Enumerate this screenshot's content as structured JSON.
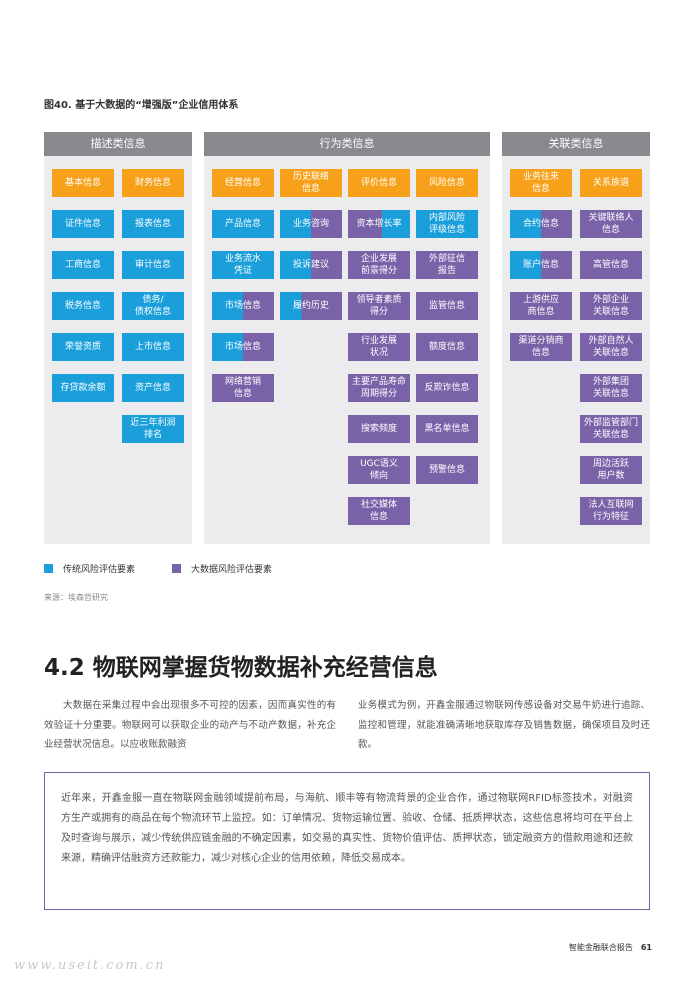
{
  "figure": {
    "title": "图40. 基于大数据的“增强版”企业信用体系",
    "panels": {
      "describe": "描述类信息",
      "behavior": "行为类信息",
      "related": "关联类信息"
    },
    "legend": {
      "traditional": "传统风险评估要素",
      "bigdata": "大数据风险评估要素"
    },
    "colors": {
      "orange": "#f7a11a",
      "blue": "#1a9fdb",
      "purple": "#7a62a8",
      "header": "#8a8a8e"
    },
    "source": "来源：埃森哲研究",
    "describe_col1": [
      {
        "text": "基本信息",
        "color": "orange"
      },
      {
        "text": "证件信息",
        "color": "blue"
      },
      {
        "text": "工商信息",
        "color": "blue"
      },
      {
        "text": "税务信息",
        "color": "blue"
      },
      {
        "text": "荣誉资质",
        "color": "blue"
      },
      {
        "text": "存贷款余额",
        "color": "blue"
      }
    ],
    "describe_col2": [
      {
        "text": "财务信息",
        "color": "orange"
      },
      {
        "text": "报表信息",
        "color": "blue"
      },
      {
        "text": "审计信息",
        "color": "blue"
      },
      {
        "text": "债务/",
        "text2": "债权信息",
        "color": "blue"
      },
      {
        "text": "上市信息",
        "color": "blue"
      },
      {
        "text": "资产信息",
        "color": "blue"
      },
      {
        "text": "近三年利润",
        "text2": "排名",
        "color": "blue"
      }
    ],
    "behavior_col1": [
      {
        "text": "经营信息",
        "color": "orange"
      },
      {
        "text": "产品信息",
        "color": "blue"
      },
      {
        "text": "业务流水",
        "text2": "凭证",
        "color": "blue"
      },
      {
        "text": "市场信息",
        "color": "split-bp"
      },
      {
        "text": "市场信息",
        "color": "split-bp"
      },
      {
        "text": "网络营销",
        "text2": "信息",
        "color": "purple"
      }
    ],
    "behavior_col2": [
      {
        "text": "历史联络",
        "text2": "信息",
        "color": "orange"
      },
      {
        "text": "业务咨询",
        "color": "split-bp"
      },
      {
        "text": "投诉建议",
        "color": "split-bp"
      },
      {
        "text": "履约历史",
        "color": "split-bp35"
      }
    ],
    "behavior_col3": [
      {
        "text": "评价信息",
        "color": "orange"
      },
      {
        "text": "资本增长率",
        "color": "split-pb"
      },
      {
        "text": "企业发展",
        "text2": "前景得分",
        "color": "purple"
      },
      {
        "text": "领导者素质",
        "text2": "得分",
        "color": "purple"
      },
      {
        "text": "行业发展",
        "text2": "状况",
        "color": "purple"
      },
      {
        "text": "主要产品寿命",
        "text2": "周期得分",
        "color": "purple"
      },
      {
        "text": "搜索频度",
        "color": "purple"
      },
      {
        "text": "UGC语义",
        "text2": "倾向",
        "color": "purple"
      },
      {
        "text": "社交媒体",
        "text2": "信息",
        "color": "purple"
      }
    ],
    "behavior_col4": [
      {
        "text": "风险信息",
        "color": "orange"
      },
      {
        "text": "内部风险",
        "text2": "评级信息",
        "color": "blue"
      },
      {
        "text": "外部征信",
        "text2": "报告",
        "color": "purple"
      },
      {
        "text": "监管信息",
        "color": "purple"
      },
      {
        "text": "额度信息",
        "color": "purple"
      },
      {
        "text": "反欺诈信息",
        "color": "purple"
      },
      {
        "text": "黑名单信息",
        "color": "purple"
      },
      {
        "text": "预警信息",
        "color": "purple"
      }
    ],
    "related_col1": [
      {
        "text": "业务往来",
        "text2": "信息",
        "color": "orange"
      },
      {
        "text": "合约信息",
        "color": "split-bp"
      },
      {
        "text": "账户信息",
        "color": "split-bp"
      },
      {
        "text": "上游供应",
        "text2": "商信息",
        "color": "purple"
      },
      {
        "text": "渠道分销商",
        "text2": "信息",
        "color": "purple"
      }
    ],
    "related_col2": [
      {
        "text": "关系族谱",
        "color": "orange"
      },
      {
        "text": "关键联络人",
        "text2": "信息",
        "color": "purple"
      },
      {
        "text": "高管信息",
        "color": "purple"
      },
      {
        "text": "外部企业",
        "text2": "关联信息",
        "color": "purple"
      },
      {
        "text": "外部自然人",
        "text2": "关联信息",
        "color": "purple"
      },
      {
        "text": "外部集团",
        "text2": "关联信息",
        "color": "purple"
      },
      {
        "text": "外部监管部门",
        "text2": "关联信息",
        "color": "purple"
      },
      {
        "text": "周边活跃",
        "text2": "用户数",
        "color": "purple"
      },
      {
        "text": "法人互联网",
        "text2": "行为特征",
        "color": "purple"
      }
    ]
  },
  "section": {
    "title": "4.2 物联网掌握货物数据补充经营信息",
    "para_left": "大数据在采集过程中会出现很多不可控的因素，因而真实性的有效验证十分重要。物联网可以获取企业的动产与不动产数据，补充企业经营状况信息。以应收账款融资",
    "para_right": "业务模式为例，开鑫金服通过物联网传感设备对交易牛奶进行追踪、监控和管理，就能准确清晰地获取库存及销售数据，确保项目及时还款。",
    "callout": "近年来，开鑫金服一直在物联网金融领域提前布局，与海航、顺丰等有物流背景的企业合作，通过物联网RFID标签技术，对融资方生产或拥有的商品在每个物流环节上监控。如：订单情况、货物运输位置、验收、仓储、抵质押状态，这些信息将均可在平台上及时查询与展示，减少传统供应链金融的不确定因素，如交易的真实性、货物价值评估、质押状态，锁定融资方的借款用途和还款来源，精确评估融资方还款能力，减少对核心企业的信用依赖，降低交易成本。"
  },
  "footer": {
    "report": "智能金融联合报告",
    "page": "61"
  },
  "watermark": "www.useit.com.cn"
}
